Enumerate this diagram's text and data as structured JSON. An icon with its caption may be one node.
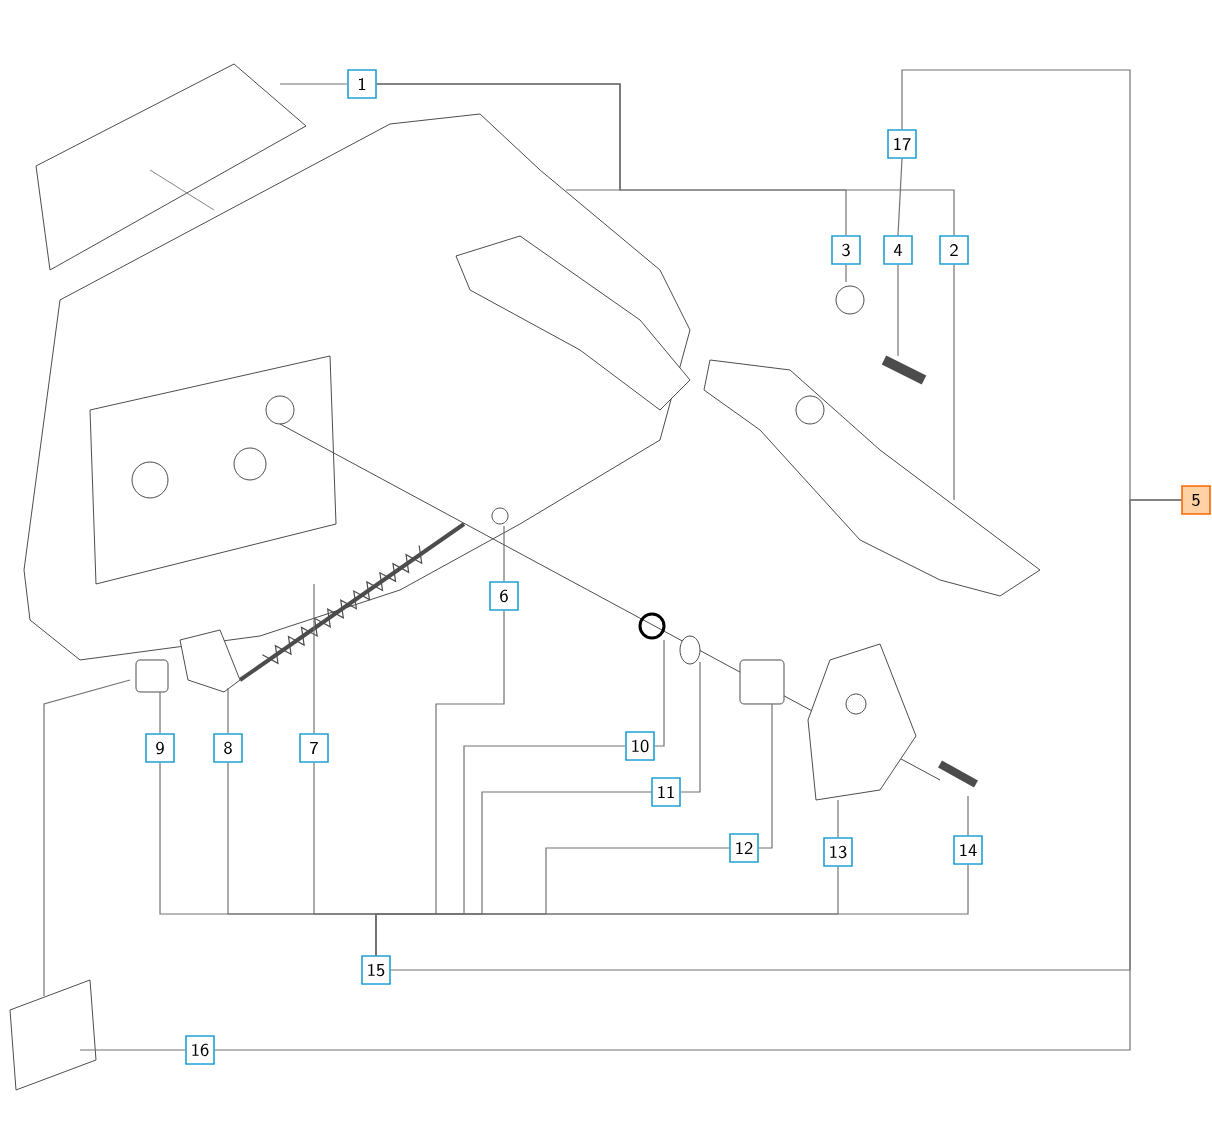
{
  "diagram": {
    "nodes": [
      {
        "text": [
          "1"
        ]
      },
      {
        "text": [
          "17"
        ]
      },
      {
        "text": [
          "3"
        ]
      },
      {
        "text": [
          "4"
        ]
      },
      {
        "text": [
          "2"
        ]
      },
      {
        "text": [
          "5"
        ]
      },
      {
        "text": [
          "6"
        ]
      },
      {
        "text": [
          "9"
        ]
      },
      {
        "text": [
          "8"
        ]
      },
      {
        "text": [
          "7"
        ]
      },
      {
        "text": [
          "10"
        ]
      },
      {
        "text": [
          "11"
        ]
      },
      {
        "text": [
          "12"
        ]
      },
      {
        "text": [
          "13"
        ]
      },
      {
        "text": [
          "14"
        ]
      },
      {
        "text": [
          "15"
        ]
      },
      {
        "text": [
          "16"
        ]
      }
    ],
    "edges": [
      {
        "from": 0,
        "to": null,
        "arrow": "none"
      },
      {
        "from": 0,
        "to": null,
        "arrow": "none"
      },
      {
        "from": 2,
        "to": 0,
        "arrow": "none"
      },
      {
        "from": 2,
        "to": null,
        "arrow": "none"
      },
      {
        "from": 4,
        "to": 0,
        "arrow": "none"
      },
      {
        "from": 4,
        "to": null,
        "arrow": "none"
      },
      {
        "from": 1,
        "to": 3,
        "arrow": "none"
      },
      {
        "from": 3,
        "to": null,
        "arrow": "none"
      },
      {
        "from": 5,
        "to": 1,
        "arrow": "none"
      },
      {
        "from": 5,
        "to": 15,
        "arrow": "none"
      },
      {
        "from": 5,
        "to": 16,
        "arrow": "none"
      },
      {
        "from": 6,
        "to": null,
        "arrow": "none"
      },
      {
        "from": 6,
        "to": 15,
        "arrow": "none"
      },
      {
        "from": 7,
        "to": null,
        "arrow": "none"
      },
      {
        "from": 7,
        "to": 15,
        "arrow": "none"
      },
      {
        "from": 8,
        "to": null,
        "arrow": "none"
      },
      {
        "from": 8,
        "to": 15,
        "arrow": "none"
      },
      {
        "from": 9,
        "to": null,
        "arrow": "none"
      },
      {
        "from": 9,
        "to": 15,
        "arrow": "none"
      },
      {
        "from": 10,
        "to": null,
        "arrow": "none"
      },
      {
        "from": 10,
        "to": 15,
        "arrow": "none"
      },
      {
        "from": 11,
        "to": null,
        "arrow": "none"
      },
      {
        "from": 11,
        "to": 15,
        "arrow": "none"
      },
      {
        "from": 12,
        "to": null,
        "arrow": "none"
      },
      {
        "from": 12,
        "to": 15,
        "arrow": "none"
      },
      {
        "from": 13,
        "to": null,
        "arrow": "none"
      },
      {
        "from": 13,
        "to": 15,
        "arrow": "none"
      },
      {
        "from": 14,
        "to": null,
        "arrow": "none"
      },
      {
        "from": 14,
        "to": 15,
        "arrow": "none"
      },
      {
        "from": 16,
        "to": null,
        "arrow": "none"
      }
    ]
  }
}
